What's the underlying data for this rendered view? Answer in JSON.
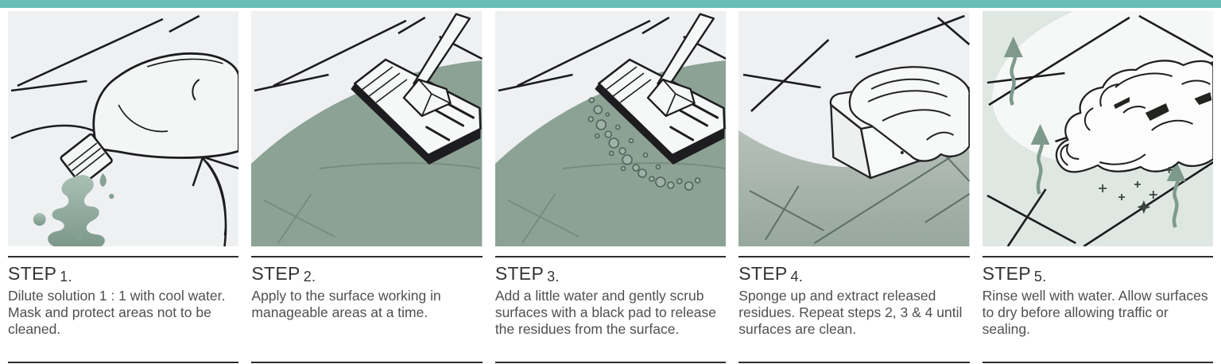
{
  "accent_bar": {
    "color": "#6abeb8"
  },
  "colors": {
    "panel_background": "#eef0f2",
    "sage_green": "#8ca294",
    "light_sage": "#dfe7e3",
    "line_ink": "#1c1c1f",
    "arrow_green": "#7f9a8d"
  },
  "steps": [
    {
      "heading_word": "STEP",
      "number": "1.",
      "body": "Dilute solution 1 : 1 with cool water. Mask and protect areas not to be cleaned.",
      "illustration": "bottle-pouring-solution-icon"
    },
    {
      "heading_word": "STEP",
      "number": "2.",
      "body": "Apply to the surface working in manageable areas at a time.",
      "illustration": "flat-mop-apply-icon"
    },
    {
      "heading_word": "STEP",
      "number": "3.",
      "body": "Add a little water and gently scrub surfaces with a black pad to release the residues from the surface.",
      "illustration": "flat-mop-scrub-bubbles-icon"
    },
    {
      "heading_word": "STEP",
      "number": "4.",
      "body": "Sponge up and extract released residues. Repeat steps 2, 3 & 4 until surfaces are clean.",
      "illustration": "hand-sponge-extract-icon"
    },
    {
      "heading_word": "STEP",
      "number": "5.",
      "body": "Rinse well with water. Allow surfaces to dry before allowing traffic or sealing.",
      "illustration": "hands-wringing-cloth-icon"
    }
  ]
}
